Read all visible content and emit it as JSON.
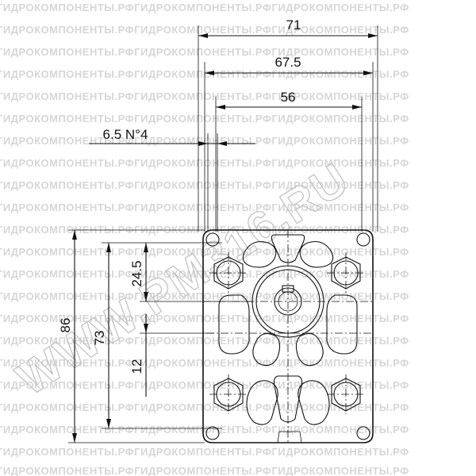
{
  "watermark": {
    "row_text": "ГИДРОКОМПОНЕНТЫ.РФГИДРОКОМПОНЕНТЫ.РФГИДРОКОМПОНЕНТЫ.РФ",
    "diagonal_text": "WWW.PM316.RU"
  },
  "dimensions": {
    "width_overall": "71",
    "width_body": "67.5",
    "bolt_spacing": "56",
    "hole_callout": "6.5 N°4",
    "height_overall": "86",
    "height_bolts": "73",
    "shaft_offset_top": "24.5",
    "shaft_offset_bottom": "12"
  },
  "colors": {
    "line": "#111111",
    "watermark": "#d6d6d6"
  }
}
